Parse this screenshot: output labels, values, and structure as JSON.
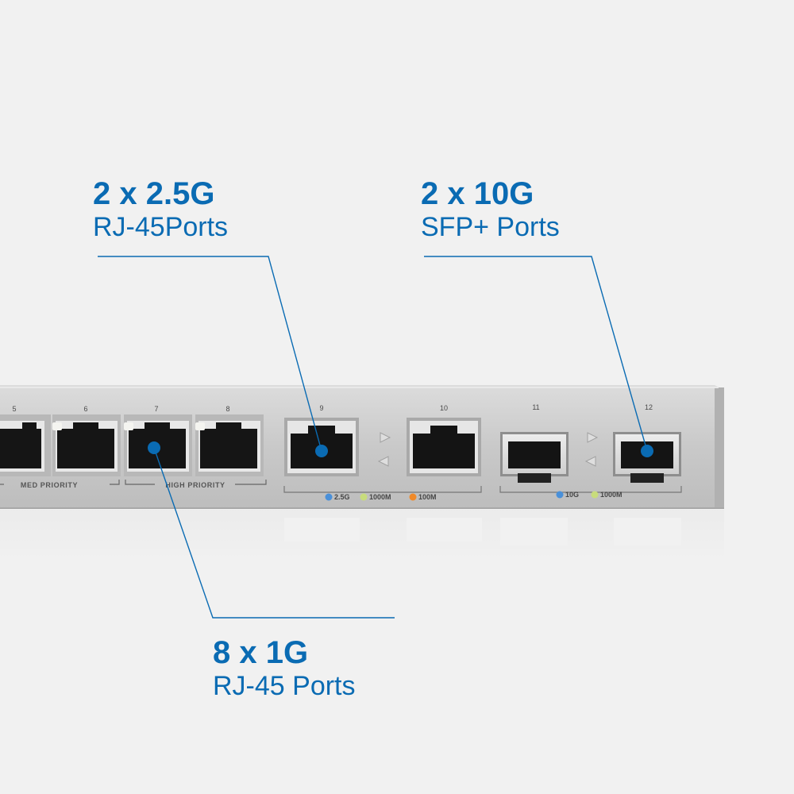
{
  "callouts": {
    "rj45_2_5g": {
      "title": "2 x 2.5G",
      "subtitle": "RJ-45Ports"
    },
    "sfp_10g": {
      "title": "2 x 10G",
      "subtitle": "SFP+ Ports"
    },
    "rj45_1g": {
      "title": "8 x 1G",
      "subtitle": "RJ-45 Ports"
    }
  },
  "switch": {
    "port_numbers": [
      "5",
      "6",
      "7",
      "8",
      "9",
      "10",
      "11",
      "12"
    ],
    "groups": {
      "med": "MED PRIORITY",
      "high": "HIGH PRIORITY"
    },
    "legend_rj45": [
      {
        "label": "2.5G",
        "color": "#4a90d9"
      },
      {
        "label": "1000M",
        "color": "#c8dc7c"
      },
      {
        "label": "100M",
        "color": "#f08a2a"
      }
    ],
    "legend_sfp": [
      {
        "label": "10G",
        "color": "#4a90d9"
      },
      {
        "label": "1000M",
        "color": "#c8dc7c"
      }
    ]
  },
  "colors": {
    "accent": "#0a6bb3",
    "background": "#f1f1f1",
    "chassis": "#c9c9c9"
  }
}
